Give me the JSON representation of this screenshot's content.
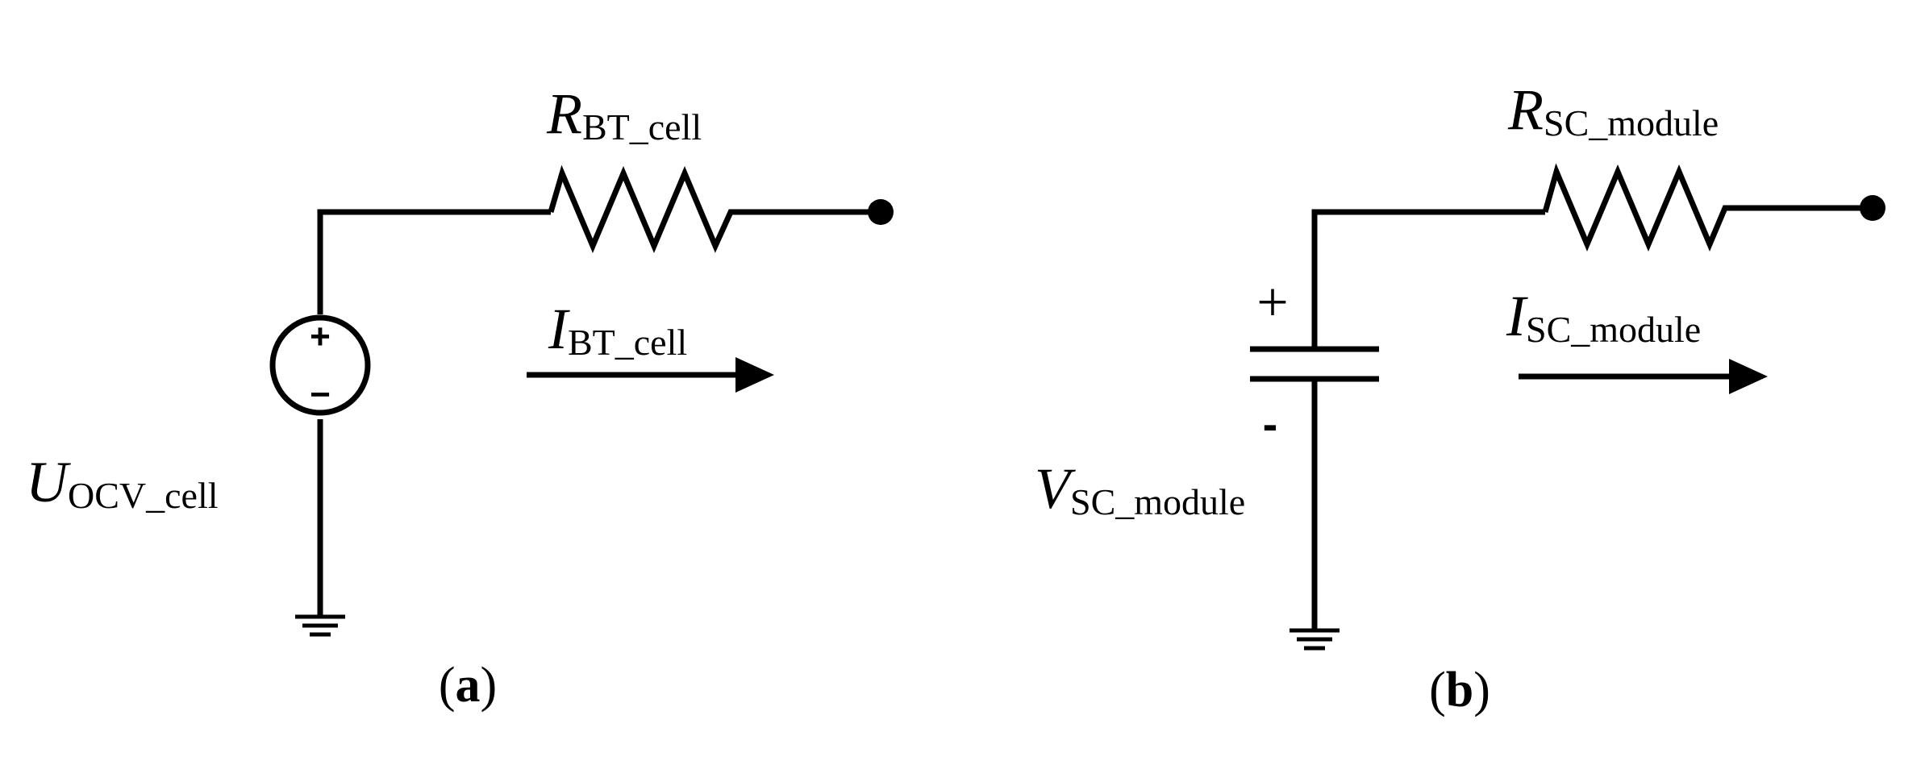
{
  "panel_a": {
    "resistor_label": {
      "main": "R",
      "sub": "BT_cell"
    },
    "current_label": {
      "main": "I",
      "sub": "BT_cell"
    },
    "source_label": {
      "main": "U",
      "sub": "OCV_cell"
    },
    "source_plus": "+",
    "source_minus": "−",
    "caption": {
      "open": "(",
      "letter": "a",
      "close": ")"
    }
  },
  "panel_b": {
    "resistor_label": {
      "main": "R",
      "sub": "SC_module"
    },
    "current_label": {
      "main": "I",
      "sub": "SC_module"
    },
    "capacitor_label": {
      "main": "V",
      "sub": "SC_module"
    },
    "cap_plus": "+",
    "cap_minus": "-",
    "caption": {
      "open": "(",
      "letter": "b",
      "close": ")"
    }
  },
  "colors": {
    "ink": "#000000",
    "background": "#ffffff"
  }
}
